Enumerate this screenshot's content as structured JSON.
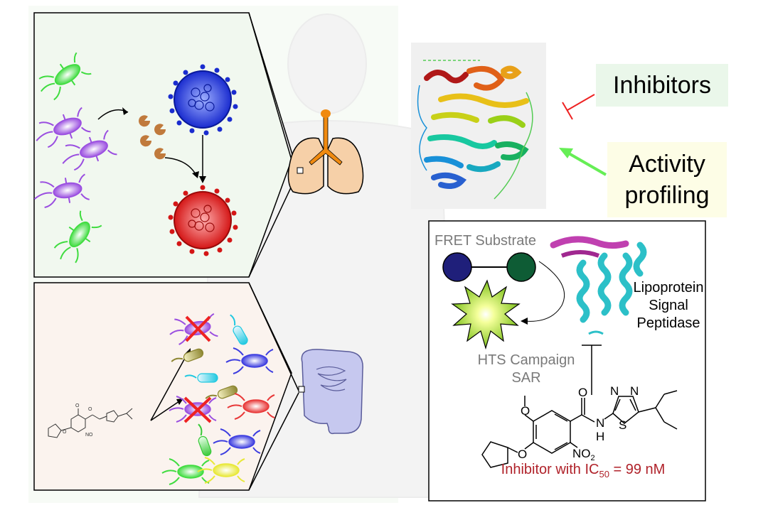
{
  "labels": {
    "inhibitors": "Inhibitors",
    "activity_line1": "Activity",
    "activity_line2": "profiling",
    "fret_substrate": "FRET Substrate",
    "lsp_line1": "Lipoprotein",
    "lsp_line2": "Signal",
    "lsp_line3": "Peptidase",
    "hts_line1": "HTS Campaign",
    "hts_line2": "SAR",
    "ic50_prefix": "Inhibitor with IC",
    "ic50_sub": "50",
    "ic50_suffix": " = 99 nM"
  },
  "molecule_atoms": {
    "nitrogen1": "N",
    "nitrogen2": "N",
    "amide_n": "N",
    "amide_h": "H",
    "sulfur": "S",
    "oxygen_carbonyl": "O",
    "oxygen_methoxy": "O",
    "oxygen_ether": "O",
    "nitro": "NO",
    "nitro_sub": "2"
  },
  "colors": {
    "inhibitor_bar": "#ee2222",
    "activity_arrow": "#66ee55",
    "ic50_text": "#b0222a",
    "fret_donor": "#1f1f7a",
    "fret_acceptor": "#0e5c35",
    "star": "#88c928"
  }
}
